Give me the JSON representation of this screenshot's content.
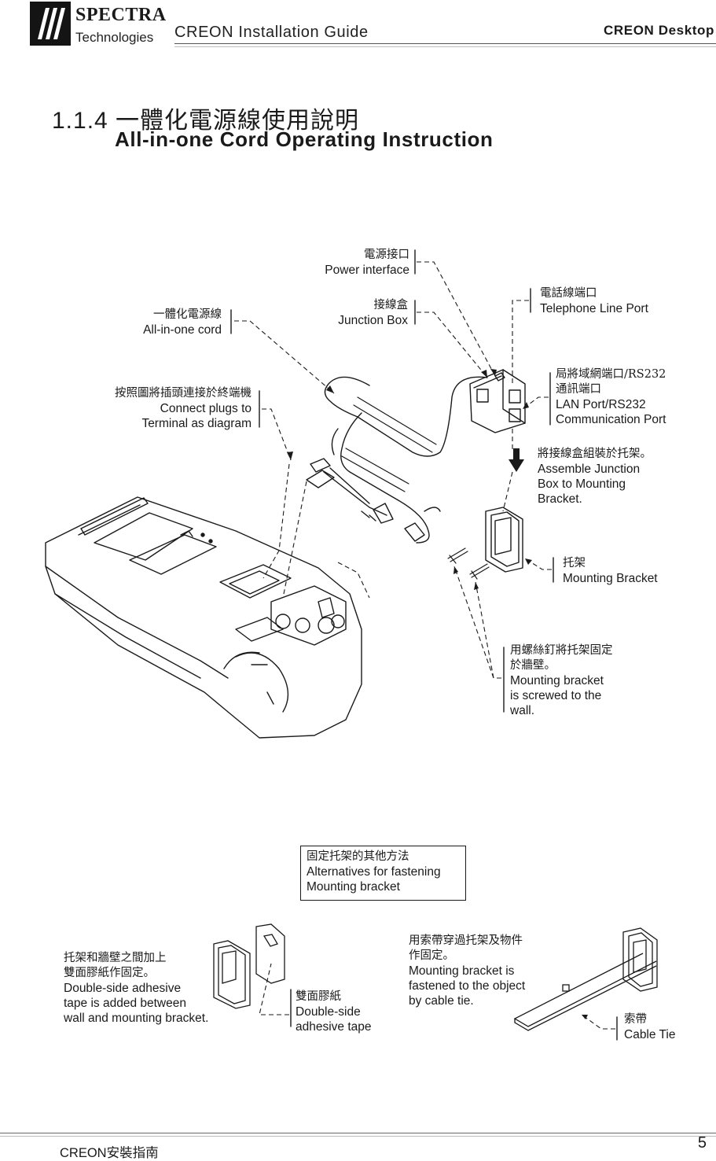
{
  "header": {
    "logo_word": "SPECTRA",
    "logo_sub": "Technologies",
    "doc_title": "CREON Installation Guide",
    "product": "CREON Desktop"
  },
  "section": {
    "title_zh": "1.1.4 一體化電源線使用說明",
    "title_en": "All-in-one Cord Operating Instruction"
  },
  "diagram_labels": {
    "power_interface": {
      "zh": "電源接口",
      "en": "Power interface"
    },
    "junction_box": {
      "zh": "接線盒",
      "en": "Junction Box"
    },
    "all_in_one_cord": {
      "zh": "一體化電源線",
      "en": "All-in-one cord"
    },
    "telephone_port": {
      "zh": "電話線端口",
      "en": "Telephone Line Port"
    },
    "lan_port": {
      "zh1": "局將域網端口/RS232",
      "zh2": "通訊端口",
      "en1": "LAN Port/RS232",
      "en2": "Communication Port"
    },
    "connect_plugs": {
      "zh": "按照圖將插頭連接於終端機",
      "en1": "Connect plugs to",
      "en2": "Terminal as diagram"
    },
    "assemble": {
      "zh": "將接線盒組裝於托架。",
      "en1": "Assemble Junction",
      "en2": "Box to Mounting",
      "en3": "Bracket."
    },
    "mounting_bracket": {
      "zh": "托架",
      "en": "Mounting Bracket"
    },
    "screw_wall": {
      "zh1": "用螺絲釘將托架固定",
      "zh2": "於牆壁。",
      "en1": "Mounting bracket",
      "en2": "is screwed to the",
      "en3": "wall."
    }
  },
  "alternatives": {
    "box": {
      "zh": "固定托架的其他方法",
      "en1": "Alternatives for fastening",
      "en2": "Mounting bracket"
    },
    "tape_desc": {
      "zh1": "托架和牆壁之間加上",
      "zh2": "雙面膠紙作固定。",
      "en1": "Double-side adhesive",
      "en2": "tape is added between",
      "en3": "wall and mounting bracket."
    },
    "tape_label": {
      "zh": "雙面膠紙",
      "en1": "Double-side",
      "en2": "adhesive tape"
    },
    "tie_desc": {
      "zh1": "用索帶穿過托架及物件",
      "zh2": "作固定。",
      "en1": "Mounting bracket is",
      "en2": "fastened to the object",
      "en3": "by cable tie."
    },
    "tie_label": {
      "zh": "索帶",
      "en": "Cable Tie"
    }
  },
  "footer": {
    "left": "CREON安裝指南",
    "page": "5"
  }
}
